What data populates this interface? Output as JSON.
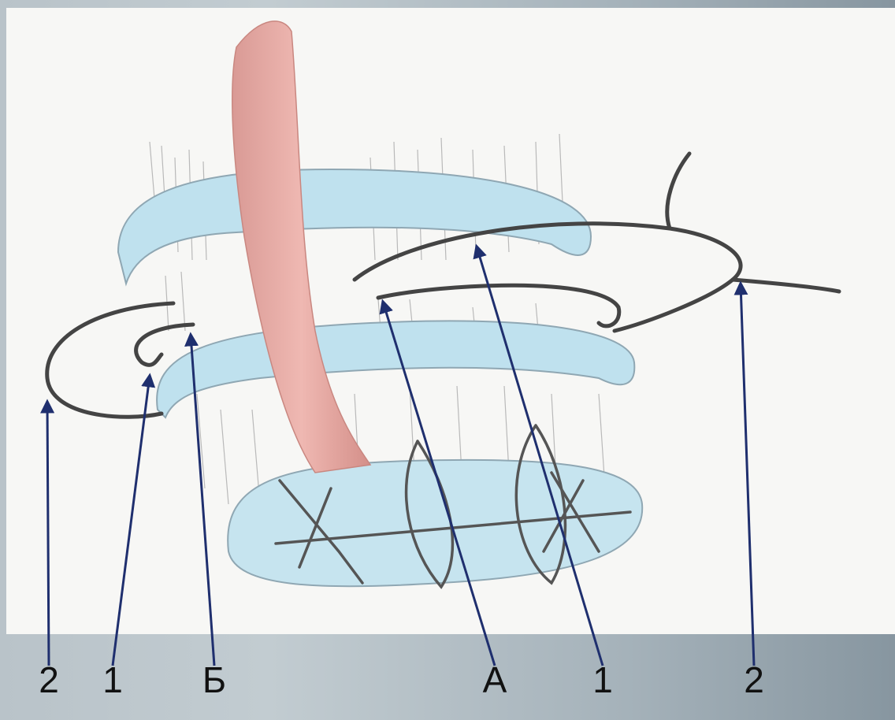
{
  "labels": {
    "left_2": "2",
    "left_1": "1",
    "b": "Б",
    "a": "А",
    "right_1": "1",
    "right_2": "2"
  },
  "colors": {
    "ring": "#bfe1ee",
    "ring_outline": "#8fa7b3",
    "vessel": "#e6a39e",
    "suture": "#4a4a4a",
    "arrow": "#1f2f6e",
    "tissue_lines": "#b8b8b8"
  }
}
